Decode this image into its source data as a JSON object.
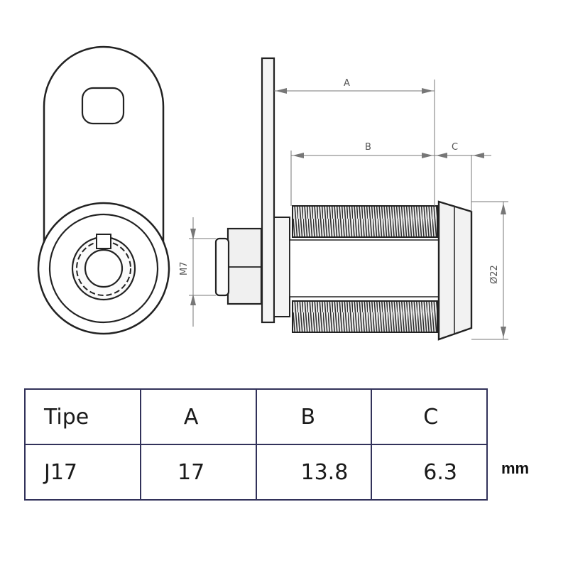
{
  "dimensions": {
    "a_label": "A",
    "b_label": "B",
    "c_label": "C",
    "thread_label": "M7",
    "diameter_label": "Ø22"
  },
  "table": {
    "headers": [
      "Tipe",
      "A",
      "B",
      "C"
    ],
    "rows": [
      [
        "J17",
        "17",
        "13.8",
        "6.3"
      ]
    ]
  },
  "unit": "mm"
}
